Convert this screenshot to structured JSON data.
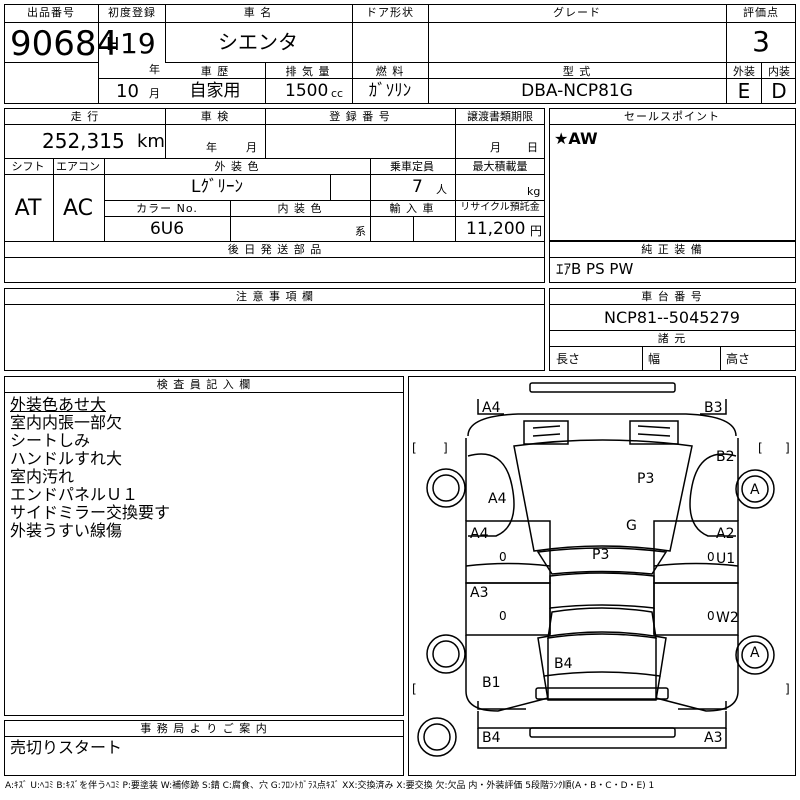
{
  "header": {
    "lot_label": "出品番号",
    "lot_number": "90684",
    "first_reg_label": "初度登録",
    "era": "H",
    "year": "19",
    "year_unit": "年",
    "month": "10",
    "month_unit": "月",
    "name_label": "車 名",
    "car_name": "シエンタ",
    "door_label": "ドア形状",
    "grade_label": "グレード",
    "score_label": "評価点",
    "score": "3",
    "history_label": "車 歴",
    "history": "自家用",
    "displacement_label": "排 気 量",
    "displacement": "1500",
    "displacement_unit": "cc",
    "fuel_label": "燃 料",
    "fuel": "ｶﾞｿﾘﾝ",
    "model_label": "型 式",
    "model": "DBA-NCP81G",
    "exterior_label": "外装",
    "exterior_grade": "E",
    "interior_label": "内装",
    "interior_grade": "D"
  },
  "details": {
    "mileage_label": "走 行",
    "mileage": "252,315",
    "mileage_unit": "km",
    "inspection_label": "車 検",
    "year_unit": "年",
    "month_unit": "月",
    "reg_label": "登 録 番 号",
    "transfer_label": "譲渡書類期限",
    "day_unit": "日",
    "shift_label": "シフト",
    "shift": "AT",
    "ac_label": "エアコン",
    "ac": "AC",
    "color_label": "外 装 色",
    "color": "Lｸﾞﾘｰﾝ",
    "color_no_label": "カラー No.",
    "color_no": "6U6",
    "interior_color_label": "内 装 色",
    "interior_color_unit": "系",
    "capacity_label": "乗車定員",
    "capacity": "7",
    "capacity_unit": "人",
    "load_label": "最大積載量",
    "load_unit": "kg",
    "import_label": "輸 入 車",
    "recycle_label": "リサイクル預託金",
    "recycle": "11,200",
    "recycle_unit": "円",
    "parts_label": "後 日 発 送 部 品",
    "notes_label": "注 意 事 項 欄"
  },
  "sales": {
    "label": "セールスポイント",
    "text": "★AW",
    "equipment_label": "純 正 装 備",
    "equipment": "ｴｱB PS PW",
    "chassis_label": "車 台 番 号",
    "chassis": "NCP81--5045279",
    "dims_label": "諸 元",
    "length_label": "長さ",
    "width_label": "幅",
    "height_label": "高さ"
  },
  "inspector": {
    "label": "検 査 員 記 入 欄",
    "lines": [
      "外装色あせ大",
      "室内内張一部欠",
      "シートしみ",
      "ハンドルすれ大",
      "室内汚れ",
      "エンドパネルＵ１",
      "サイドミラー交換要す",
      "外装うすい線傷"
    ]
  },
  "office": {
    "label": "事 務 局 よ り ご 案 内",
    "text": "売切りスタート"
  },
  "legend": "A:ｷｽﾞ U:ﾍｺﾐ B:ｷｽﾞを伴うﾍｺﾐ P:要塗装 W:補修跡 S:錆 C:腐食、穴 G:ﾌﾛﾝﾄｶﾞﾗｽ点ｷｽﾞ XX:交換済み X:要交換 欠:欠品 内・外装評価 5段階ﾗﾝｸ順(A・B・C・D・E) 1",
  "diagram": {
    "marks": [
      {
        "id": "fl-corner",
        "text": "A4"
      },
      {
        "id": "fr-corner",
        "text": "B3"
      },
      {
        "id": "fr-fender",
        "text": "B2"
      },
      {
        "id": "hood",
        "text": "P3"
      },
      {
        "id": "l-fender",
        "text": "A4"
      },
      {
        "id": "windshield",
        "text": "G"
      },
      {
        "id": "l-door-front",
        "text": "A4"
      },
      {
        "id": "roof",
        "text": "P3"
      },
      {
        "id": "r-door-front-a",
        "text": "A2"
      },
      {
        "id": "r-door-front-u",
        "text": "U1"
      },
      {
        "id": "l-door-rear",
        "text": "A3"
      },
      {
        "id": "r-door-rear",
        "text": "W2"
      },
      {
        "id": "tailgate",
        "text": "B4"
      },
      {
        "id": "l-rear-qtr",
        "text": "B1"
      },
      {
        "id": "rl-corner",
        "text": "B4"
      },
      {
        "id": "rr-corner",
        "text": "A3"
      },
      {
        "id": "fr-wheel",
        "text": "A"
      },
      {
        "id": "rr-wheel",
        "text": "A"
      }
    ],
    "zeros": [
      "0",
      "0",
      "0",
      "0"
    ],
    "brackets": [
      "[",
      "]",
      "[",
      "]",
      "[",
      "]"
    ]
  }
}
